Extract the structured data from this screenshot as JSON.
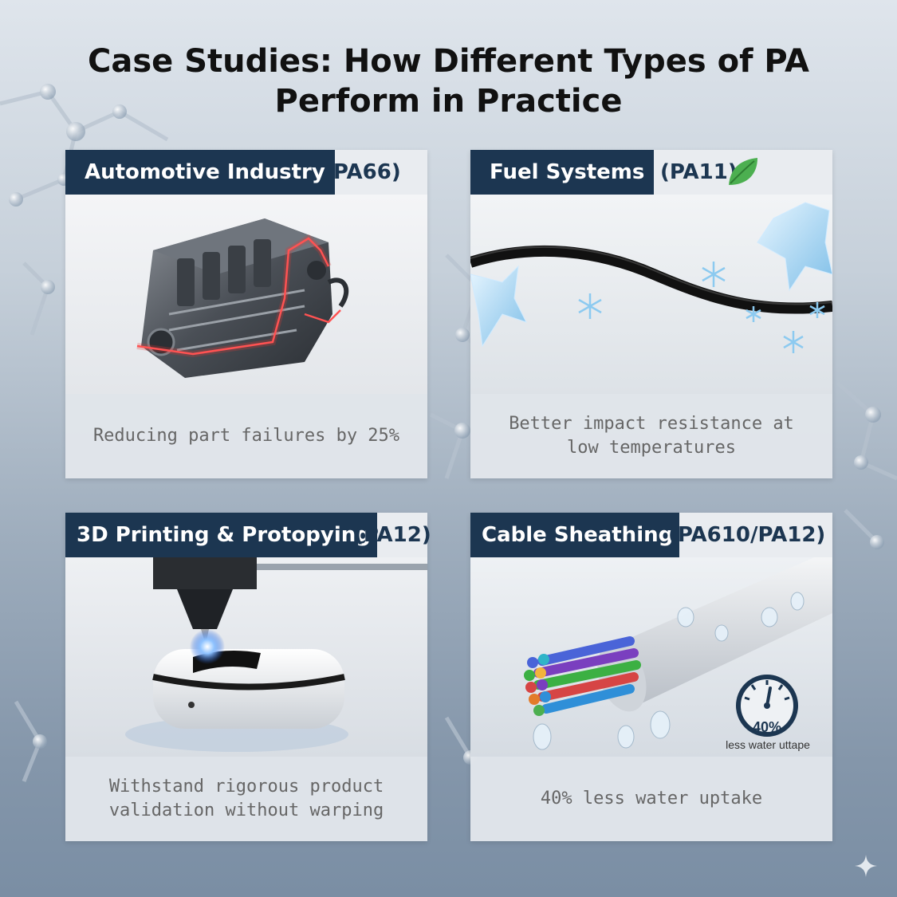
{
  "title": {
    "line1": "Case Studies: How Different Types of PA",
    "line2": "Perform in Practice"
  },
  "cards": [
    {
      "label": "Automotive Industry",
      "code": "(PA66)",
      "caption": "Reducing part failures by 25%"
    },
    {
      "label": "Fuel Systems",
      "code": "(PA11)",
      "caption": "Better impact resistance at low temperatures"
    },
    {
      "label": "3D Printing & Protopying",
      "code": "(PA12)",
      "caption": "Withstand rigorous product validation without warping"
    },
    {
      "label": "Cable Sheathing",
      "code": "(PA610/PA12)",
      "caption": "40% less water uptake"
    }
  ],
  "gauge": {
    "value": "40%",
    "label": "less water uttape",
    "level": 0.4
  },
  "icons": [
    "molecule-icon",
    "leaf-icon",
    "snowflake-icon",
    "sparkle-icon",
    "gauge-icon"
  ],
  "colors": {
    "header_bg": "#1c3651",
    "leaf": "#4caf50",
    "glow": "#e53935"
  }
}
